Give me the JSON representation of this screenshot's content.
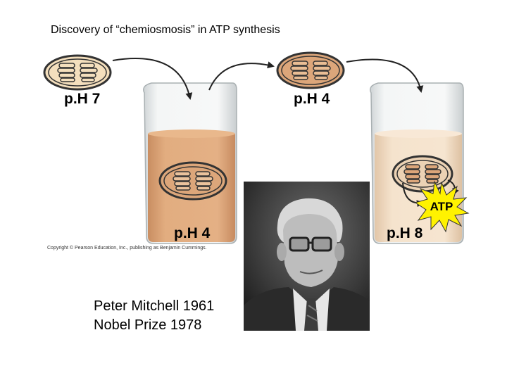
{
  "title": "Discovery of “chemiosmosis” in ATP synthesis",
  "beakers": [
    {
      "label": "p.H 7"
    },
    {
      "label": "p.H 4"
    },
    {
      "label": "p.H 4"
    },
    {
      "label": "p.H 8"
    }
  ],
  "atp_label": "ATP",
  "copyright": "Copyright © Pearson Education, Inc., publishing as Benjamin Cummings.",
  "caption": {
    "line1": "Peter Mitchell 1961",
    "line2": "Nobel Prize 1978"
  },
  "colors": {
    "chloroplast_ph7": "#f2dcb8",
    "chloroplast_ph4": "#dca67a",
    "liquid_ph4": "#e1aa7c",
    "liquid_ph8": "#f3dfc8",
    "atp_burst": "#fff200"
  }
}
